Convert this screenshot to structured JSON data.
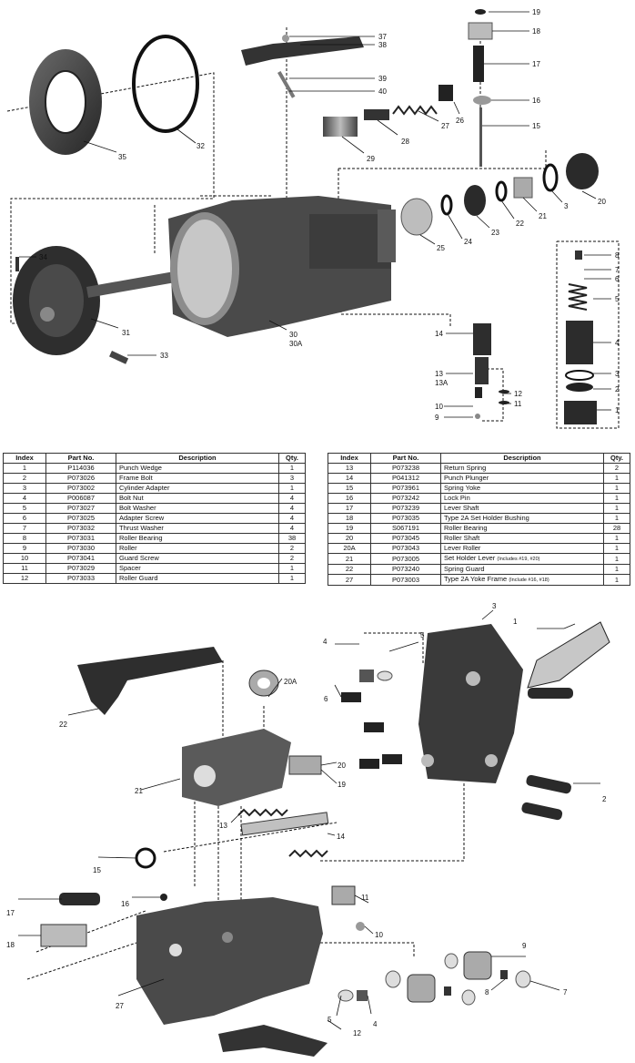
{
  "table_headers": [
    "Index",
    "Part No.",
    "Description",
    "Qty."
  ],
  "table_left": [
    [
      "1",
      "P114036",
      "Punch Wedge",
      "1"
    ],
    [
      "2",
      "P073026",
      "Frame Bolt",
      "3"
    ],
    [
      "3",
      "P073002",
      "Cylinder Adapter",
      "1"
    ],
    [
      "4",
      "P006087",
      "Bolt Nut",
      "4"
    ],
    [
      "5",
      "P073027",
      "Bolt Washer",
      "4"
    ],
    [
      "6",
      "P073025",
      "Adapter Screw",
      "4"
    ],
    [
      "7",
      "P073032",
      "Thrust Washer",
      "4"
    ],
    [
      "8",
      "P073031",
      "Roller Bearing",
      "38"
    ],
    [
      "9",
      "P073030",
      "Roller",
      "2"
    ],
    [
      "10",
      "P073041",
      "Guard Screw",
      "2"
    ],
    [
      "11",
      "P073029",
      "Spacer",
      "1"
    ],
    [
      "12",
      "P073033",
      "Roller Guard",
      "1"
    ]
  ],
  "table_right": [
    [
      "13",
      "P073238",
      "Return Spring",
      "2"
    ],
    [
      "14",
      "P041312",
      "Punch Plunger",
      "1"
    ],
    [
      "15",
      "P073961",
      "Spring Yoke",
      "1"
    ],
    [
      "16",
      "P073242",
      "Lock Pin",
      "1"
    ],
    [
      "17",
      "P073239",
      "Lever Shaft",
      "1"
    ],
    [
      "18",
      "P073035",
      "Type 2A Set Holder Bushing",
      "1"
    ],
    [
      "19",
      "S067191",
      "Roller Bearing",
      "28"
    ],
    [
      "20",
      "P073045",
      "Roller Shaft",
      "1"
    ],
    [
      "20A",
      "P073043",
      "Lever Roller",
      "1"
    ],
    [
      "21",
      "P073005",
      "Set Holder Lever",
      "1"
    ],
    [
      "22",
      "P073240",
      "Spring Guard",
      "1"
    ],
    [
      "27",
      "P073003",
      "Type 2A Yoke Frame",
      "1"
    ]
  ],
  "table_right_notes": {
    "row_21": "(Includes #19, #20)",
    "row_27": "(Include #16, #18)"
  },
  "top_callouts": [
    "19",
    "18",
    "17",
    "16",
    "15",
    "37",
    "38",
    "39",
    "40",
    "26",
    "27",
    "28",
    "29",
    "20",
    "3",
    "21",
    "22",
    "23",
    "24",
    "25",
    "35",
    "32",
    "34",
    "31",
    "33",
    "30",
    "30A",
    "8",
    "7",
    "6",
    "5",
    "4",
    "3",
    "2",
    "1",
    "14",
    "13",
    "13A",
    "12",
    "11",
    "10",
    "9"
  ],
  "bottom_callouts": [
    "1",
    "2",
    "3",
    "4",
    "5",
    "6",
    "20A",
    "22",
    "21",
    "20",
    "19",
    "13",
    "14",
    "15",
    "16",
    "17",
    "18",
    "11",
    "10",
    "27",
    "12",
    "5",
    "4",
    "9",
    "8",
    "7"
  ]
}
